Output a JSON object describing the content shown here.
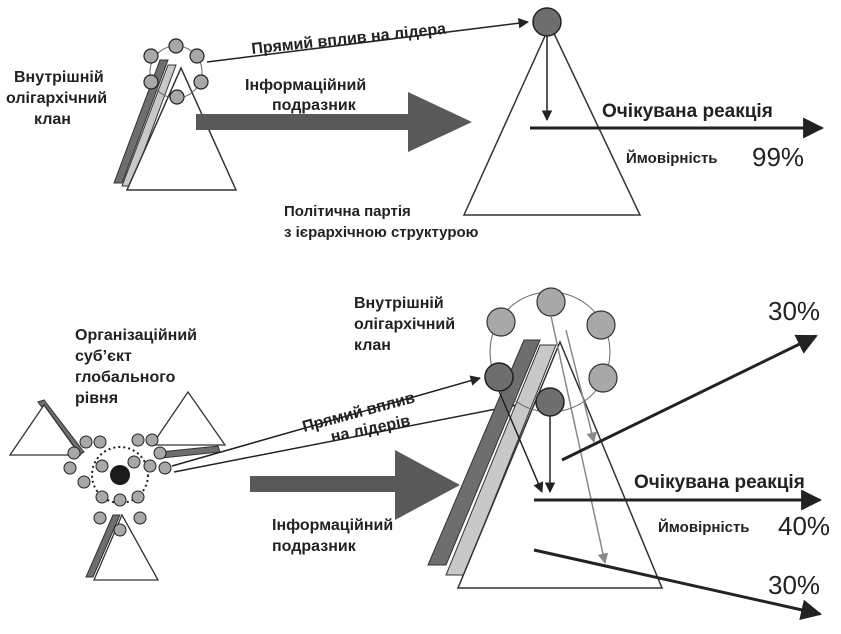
{
  "top": {
    "clan_label": [
      "Внутрішній",
      "олігархічний",
      "клан"
    ],
    "direct_influence": "Прямий вплив  на лідера",
    "info_stimulus": [
      "Інформаційний",
      "подразник"
    ],
    "expected_reaction": "Очікувана реакція",
    "probability_label": "Ймовірність",
    "probability_value": "99%",
    "party_label": [
      "Політична партія",
      "з ієрархічною структурою"
    ]
  },
  "bottom": {
    "org_subject": [
      "Організаційний",
      "суб’єкт",
      "глобального",
      "рівня"
    ],
    "clan_label": [
      "Внутрішній",
      "олігархічний",
      "клан"
    ],
    "direct_influence": [
      "Прямий вплив",
      "на лідерів"
    ],
    "info_stimulus": [
      "Інформаційний",
      "подразник"
    ],
    "expected_reaction": "Очікувана реакція",
    "probability_label": "Ймовірність",
    "probability_value": "40%",
    "upper_branch_value": "30%",
    "lower_branch_value": "30%"
  },
  "colors": {
    "dark_node": "#6e6e6e",
    "light_node": "#a8a8a8",
    "black_node": "#1a1a1a",
    "arrow": "#595959",
    "line": "#222222",
    "band_dark": "#6e6e6e",
    "band_light": "#c8c8c8"
  }
}
